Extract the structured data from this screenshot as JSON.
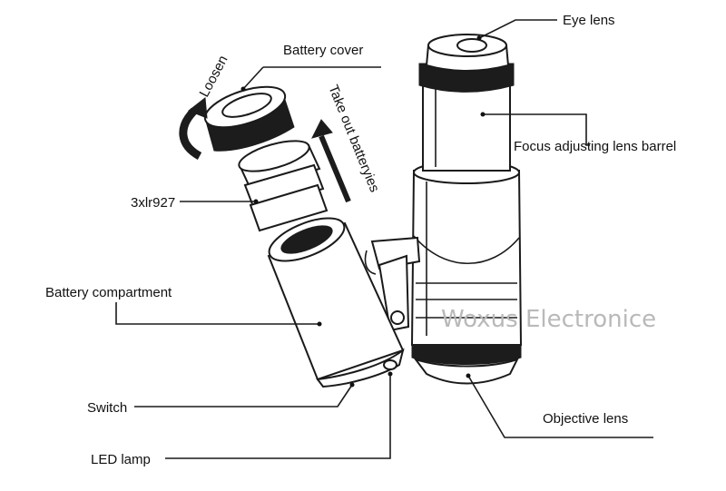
{
  "labels": {
    "eye_lens": "Eye lens",
    "battery_cover": "Battery cover",
    "loosen": "Loosen",
    "take_out_batteries": "Take out batteryies",
    "focus_barrel": "Focus adjusting lens barrel",
    "battery_model": "3xlr927",
    "battery_compartment": "Battery compartment",
    "switch": "Switch",
    "led_lamp": "LED lamp",
    "objective_lens": "Objective lens"
  },
  "watermark": "Woxus Electronice",
  "colors": {
    "ink": "#1a1a1a",
    "watermark": "#b9b9b9",
    "background": "#ffffff"
  }
}
